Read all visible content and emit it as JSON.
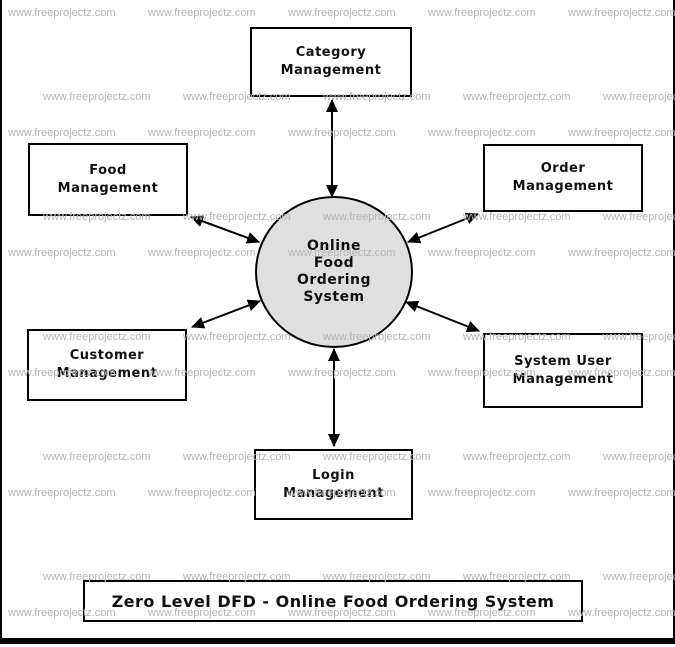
{
  "diagram": {
    "title": "Zero Level DFD - Online Food Ordering System",
    "process": {
      "name": "Online Food Ordering System",
      "lines": [
        "Online",
        "Food",
        "Ordering",
        "System"
      ]
    },
    "entities": [
      {
        "id": "category",
        "name": "Category Management",
        "lines": [
          "Category",
          "Management"
        ]
      },
      {
        "id": "food",
        "name": "Food Management",
        "lines": [
          "Food",
          "Management"
        ]
      },
      {
        "id": "order",
        "name": "Order Management",
        "lines": [
          "Order",
          "Management"
        ]
      },
      {
        "id": "customer",
        "name": "Customer Management",
        "lines": [
          "Customer",
          "Management"
        ]
      },
      {
        "id": "sysuser",
        "name": "System User Management",
        "lines": [
          "System User",
          "Management"
        ]
      },
      {
        "id": "login",
        "name": "Login Management",
        "lines": [
          "Login",
          "Management"
        ]
      }
    ],
    "connections": [
      "Category Management <-> Online Food Ordering System",
      "Food Management <-> Online Food Ordering System",
      "Order Management <-> Online Food Ordering System",
      "Customer Management <-> Online Food Ordering System",
      "System User Management <-> Online Food Ordering System",
      "Login Management <-> Online Food Ordering System"
    ]
  },
  "watermark": {
    "text": "www.freeprojectz.com",
    "color": "#b4b4b4"
  },
  "colors": {
    "background": "#ffffff",
    "process_fill": "#dfdfdf",
    "line": "#000000",
    "text": "#111111"
  }
}
